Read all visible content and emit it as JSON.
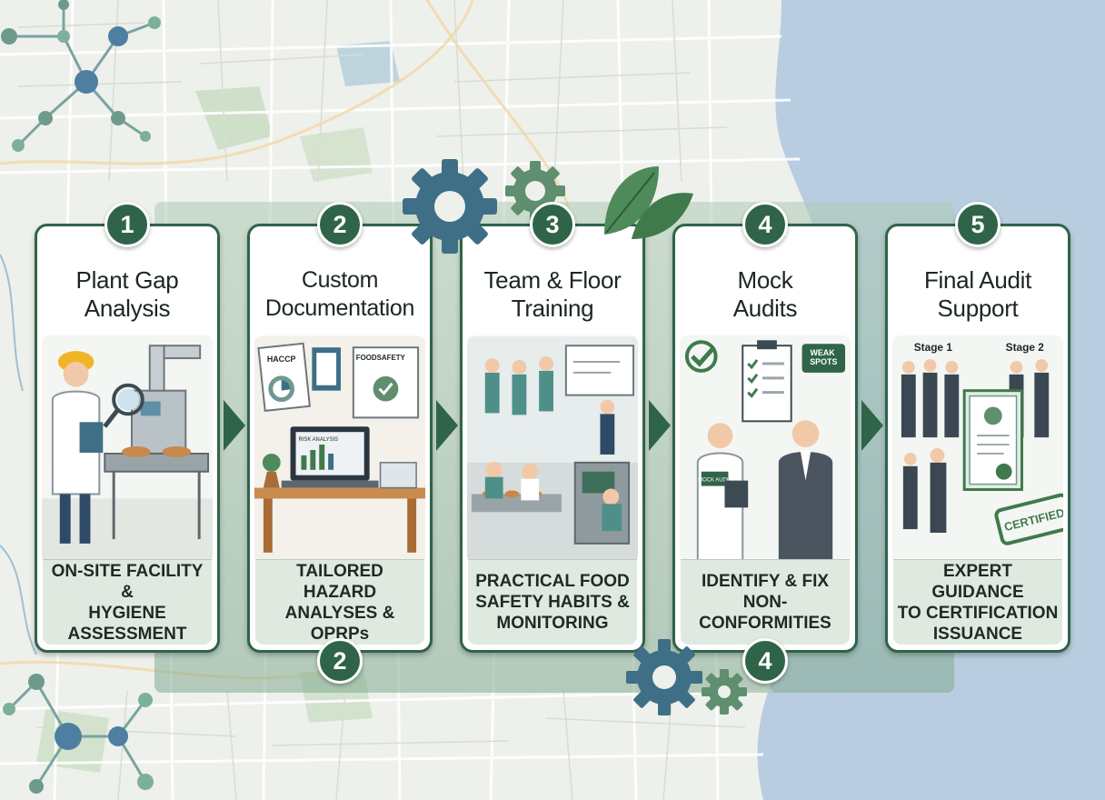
{
  "steps": [
    {
      "number": "1",
      "title": "Plant Gap\nAnalysis",
      "description": "ON-SITE FACILITY &\nHYGIENE\nASSESSMENT"
    },
    {
      "number": "2",
      "title": "Custom\nDocumentation",
      "description": "TAILORED HAZARD\nANALYSES & OPRPs",
      "bottom_number": "2",
      "art_labels": [
        "HACCP",
        "FOODSAFETY",
        "RISK ANALYSIS"
      ]
    },
    {
      "number": "3",
      "title": "Team & Floor\nTraining",
      "description": "PRACTICAL FOOD\nSAFETY HABITS &\nMONITORING"
    },
    {
      "number": "4",
      "title": "Mock\nAudits",
      "description": "IDENTIFY & FIX\nNON-CONFORMITIES",
      "bottom_number": "4",
      "art_labels": [
        "WEAK\nSPOTS",
        "MOCK\nAUDIT"
      ]
    },
    {
      "number": "5",
      "title": "Final Audit\nSupport",
      "description": "EXPERT GUIDANCE\nTO CERTIFICATION\nISSUANCE",
      "art_labels": [
        "Stage 1",
        "Stage 2",
        "CERTIFIED"
      ]
    }
  ],
  "colors": {
    "accent": "#2f6449",
    "accent_light": "#dfe9e0",
    "sea": "#b9cde0",
    "map_bg": "#eef0ec",
    "gear_blue": "#3f6f87",
    "gear_green": "#5f8f6e",
    "leaf": "#4f8a5b"
  },
  "decor": {
    "background": "map-with-coastline",
    "molecule_icons": 2,
    "gear_icons": 4,
    "leaf_icon": true
  }
}
